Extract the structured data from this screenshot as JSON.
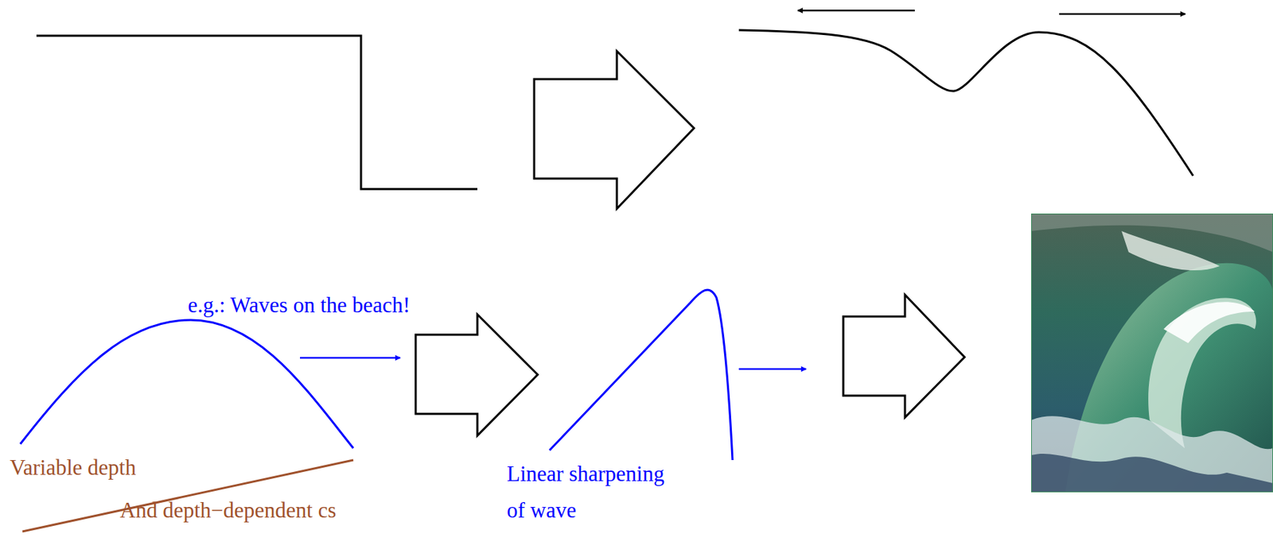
{
  "diagram": {
    "labels": [
      "e.g.: Waves on the beach!",
      "Variable depth",
      "Linear sharpening of wave",
      "And depth−dependent cs"
    ]
  }
}
